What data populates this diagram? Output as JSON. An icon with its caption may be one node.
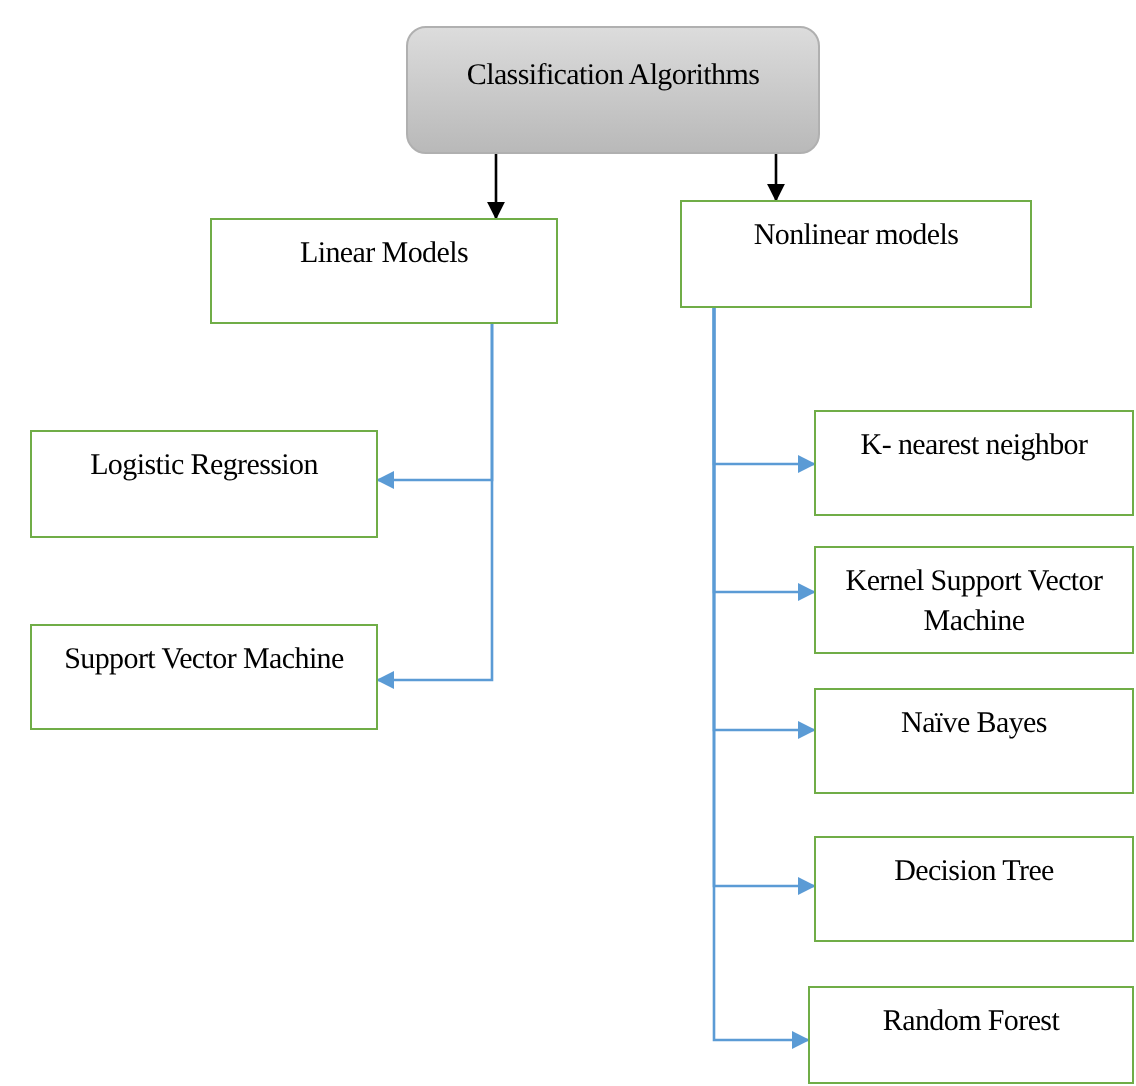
{
  "diagram": {
    "nodes": [
      {
        "text": [
          "Classification Algorithms"
        ]
      },
      {
        "text": [
          "Linear Models"
        ]
      },
      {
        "text": [
          "Nonlinear models"
        ]
      },
      {
        "text": [
          "Logistic Regression"
        ]
      },
      {
        "text": [
          "Support Vector Machine"
        ]
      },
      {
        "text": [
          "K- nearest neighbor"
        ]
      },
      {
        "text": [
          "Kernel Support Vector Machine"
        ]
      },
      {
        "text": [
          "Naïve Bayes"
        ]
      },
      {
        "text": [
          "Decision Tree"
        ]
      },
      {
        "text": [
          "Random Forest"
        ]
      }
    ],
    "edges": [
      {
        "from": 0,
        "to": 1,
        "arrow": "to",
        "color": "#000000"
      },
      {
        "from": 0,
        "to": 2,
        "arrow": "to",
        "color": "#000000"
      },
      {
        "from": 1,
        "to": 3,
        "arrow": "to"
      },
      {
        "from": 1,
        "to": 4,
        "arrow": "to"
      },
      {
        "from": 2,
        "to": 5,
        "arrow": "to"
      },
      {
        "from": 2,
        "to": 6,
        "arrow": "to"
      },
      {
        "from": 2,
        "to": 7,
        "arrow": "to"
      },
      {
        "from": 2,
        "to": 8,
        "arrow": "to"
      },
      {
        "from": 2,
        "to": 9,
        "arrow": "to"
      }
    ]
  }
}
